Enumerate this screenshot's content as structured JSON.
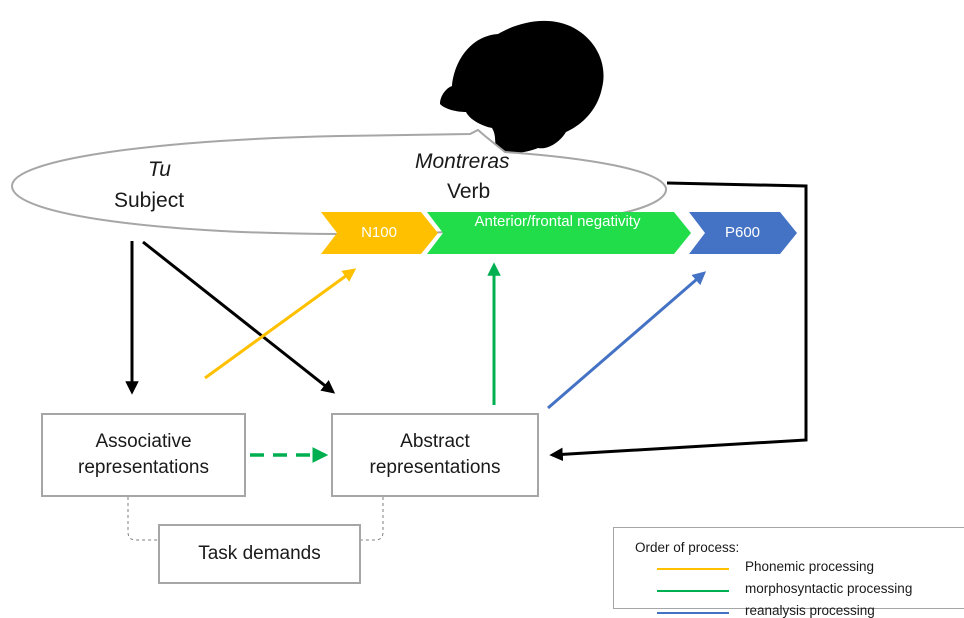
{
  "speech": {
    "subject_word": "Tu",
    "subject_label": "Subject",
    "verb_word": "Montreras",
    "verb_label": "Verb"
  },
  "components": [
    {
      "label": "N100",
      "color": "#ffc000"
    },
    {
      "label": "Anterior/frontal negativity",
      "color": "#22dd4a"
    },
    {
      "label": "P600",
      "color": "#4472c4"
    }
  ],
  "boxes": {
    "associative": "Associative representations",
    "abstract": "Abstract representations",
    "task": "Task demands"
  },
  "legend": {
    "title": "Order of process:",
    "items": [
      {
        "label": "Phonemic processing",
        "color": "#ffc000"
      },
      {
        "label": "morphosyntactic processing",
        "color": "#00b050"
      },
      {
        "label": "reanalysis processing",
        "color": "#4472c4"
      }
    ]
  },
  "colors": {
    "phonemic": "#ffc000",
    "morphosyntactic": "#00b050",
    "reanalysis": "#4472c4",
    "flow": "#000000",
    "outline": "#a6a6a6"
  }
}
